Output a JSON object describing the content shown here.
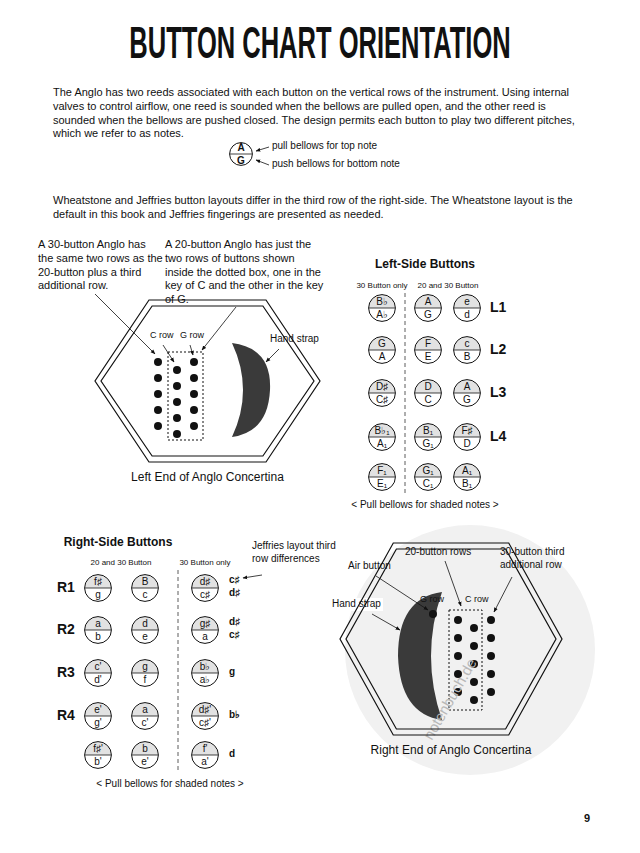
{
  "diagram": {
    "title": "BUTTON CHART ORIENTATION",
    "nodes": [
      {
        "text": [
          "A",
          "G"
        ]
      },
      {
        "text": [
          "Left End of Anglo Concertina"
        ]
      },
      {
        "text": [
          "B♭",
          "A♭"
        ]
      },
      {
        "text": [
          "A",
          "G"
        ]
      },
      {
        "text": [
          "e",
          "d"
        ]
      },
      {
        "text": [
          "G",
          "A"
        ]
      },
      {
        "text": [
          "F",
          "E"
        ]
      },
      {
        "text": [
          "c",
          "B"
        ]
      },
      {
        "text": [
          "D♯",
          "C♯"
        ]
      },
      {
        "text": [
          "D",
          "C"
        ]
      },
      {
        "text": [
          "A",
          "G"
        ]
      },
      {
        "text": [
          "B♭₁",
          "A₁"
        ]
      },
      {
        "text": [
          "B₁",
          "G₁"
        ]
      },
      {
        "text": [
          "F♯",
          "D"
        ]
      },
      {
        "text": [
          "F₁",
          "E₁"
        ]
      },
      {
        "text": [
          "G₁",
          "C₁"
        ]
      },
      {
        "text": [
          "A₁",
          "B₁"
        ]
      },
      {
        "text": [
          "f♯",
          "g"
        ]
      },
      {
        "text": [
          "B",
          "c"
        ]
      },
      {
        "text": [
          "d♯",
          "c♯"
        ]
      },
      {
        "text": [
          "a",
          "b"
        ]
      },
      {
        "text": [
          "d",
          "e"
        ]
      },
      {
        "text": [
          "g♯",
          "a"
        ]
      },
      {
        "text": [
          "c'",
          "d'"
        ]
      },
      {
        "text": [
          "g",
          "f"
        ]
      },
      {
        "text": [
          "b♭",
          "a♭"
        ]
      },
      {
        "text": [
          "e'",
          "g'"
        ]
      },
      {
        "text": [
          "a",
          "c'"
        ]
      },
      {
        "text": [
          "d♯'",
          "c♯'"
        ]
      },
      {
        "text": [
          "f♯'",
          "b'"
        ]
      },
      {
        "text": [
          "b",
          "e'"
        ]
      },
      {
        "text": [
          "f'",
          "a'"
        ]
      },
      {
        "text": [
          "Right End of Anglo Concertina"
        ]
      }
    ],
    "labels": [
      "The Anglo has two reeds associated with each button on the vertical rows of the instrument. Using internal valves to control airflow, one reed is sounded when the bellows are pulled open, and the other reed is sounded when the bellows are pushed closed. The design permits each button to play two different pitches, which we refer to as notes.",
      "pull bellows for top note",
      "push bellows for bottom note",
      "Wheatstone and Jeffries button layouts differ in the third row of the right-side. The Wheatstone layout is the default in this book and Jeffries fingerings are presented as needed.",
      "A 30-button Anglo has the same two rows as the 20-button plus a third additional row.",
      "A 20-button Anglo has just the two rows of buttons shown inside the dotted box, one in the key of C and the other in the key of G.",
      "C row",
      "G row",
      "Hand strap",
      "Left-Side Buttons",
      "30 Button only",
      "20 and 30 Button",
      "L1",
      "L2",
      "L3",
      "L4",
      "< Pull bellows for shaded notes >",
      "Right-Side Buttons",
      "Jeffries layout third row differences",
      "20 and 30 Button",
      "30 Button only",
      "R1",
      "R2",
      "R3",
      "R4",
      "c♯",
      "d♯",
      "d♯",
      "c♯",
      "g",
      "b♭",
      "d",
      "< Pull bellows for shaded notes >",
      "20-button rows",
      "30-button third additional row",
      "Air button",
      "Hand strap",
      "G row",
      "C row",
      "9",
      "notenbuch.de"
    ]
  }
}
